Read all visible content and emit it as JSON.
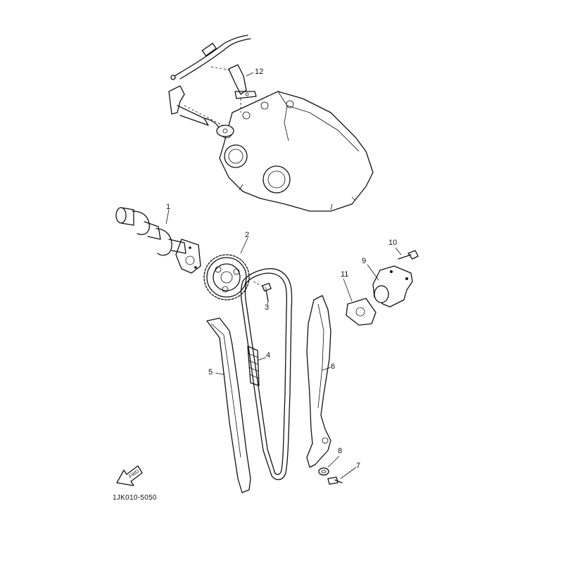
{
  "diagram": {
    "callouts": [
      {
        "id": "1",
        "label": "1"
      },
      {
        "id": "2",
        "label": "2"
      },
      {
        "id": "3",
        "label": "3"
      },
      {
        "id": "4",
        "label": "4"
      },
      {
        "id": "5",
        "label": "5"
      },
      {
        "id": "6",
        "label": "6"
      },
      {
        "id": "7",
        "label": "7"
      },
      {
        "id": "8",
        "label": "8"
      },
      {
        "id": "9",
        "label": "9"
      },
      {
        "id": "10",
        "label": "10"
      },
      {
        "id": "11",
        "label": "11"
      },
      {
        "id": "12",
        "label": "12"
      }
    ],
    "fwd_label": "FWD",
    "drawing_code": "1JK010-5050"
  }
}
